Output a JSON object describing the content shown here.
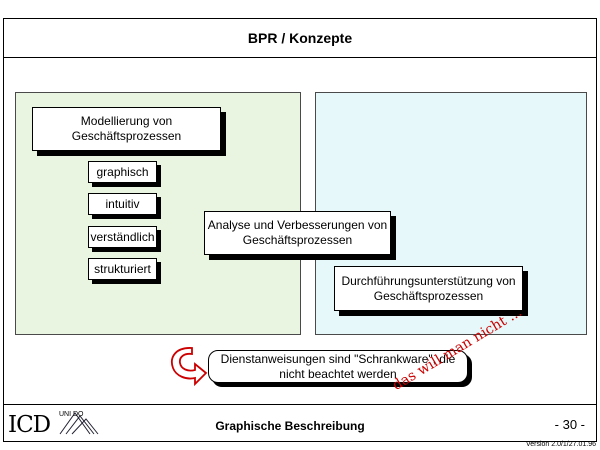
{
  "header": {
    "title": "BPR / Konzepte"
  },
  "boxes": {
    "modellierung": "Modellierung von Geschäftsprozessen",
    "analyse": "Analyse und Verbesserungen von Geschäftsprozessen",
    "durchfuehrung": "Durchführungsunterstützung von Geschäftsprozessen"
  },
  "attributes": [
    "graphisch",
    "intuitiv",
    "verständlich",
    "strukturiert"
  ],
  "note": {
    "text": "Dienstanweisungen sind \"Schrankware\", die nicht beachtet werden",
    "handwritten": "das will man nicht ..."
  },
  "footer": {
    "logo": "ICD",
    "logo_small": "UNI DO",
    "title": "Graphische Beschreibung",
    "page": "- 30 -",
    "version": "Version 2.0/1/27.01.96"
  },
  "colors": {
    "left_panel": "#eaf5e1",
    "right_panel": "#e6f8fa",
    "accent_red": "#cc0000"
  },
  "icons": [
    "circular-arrow-icon",
    "unido-logo-icon"
  ]
}
